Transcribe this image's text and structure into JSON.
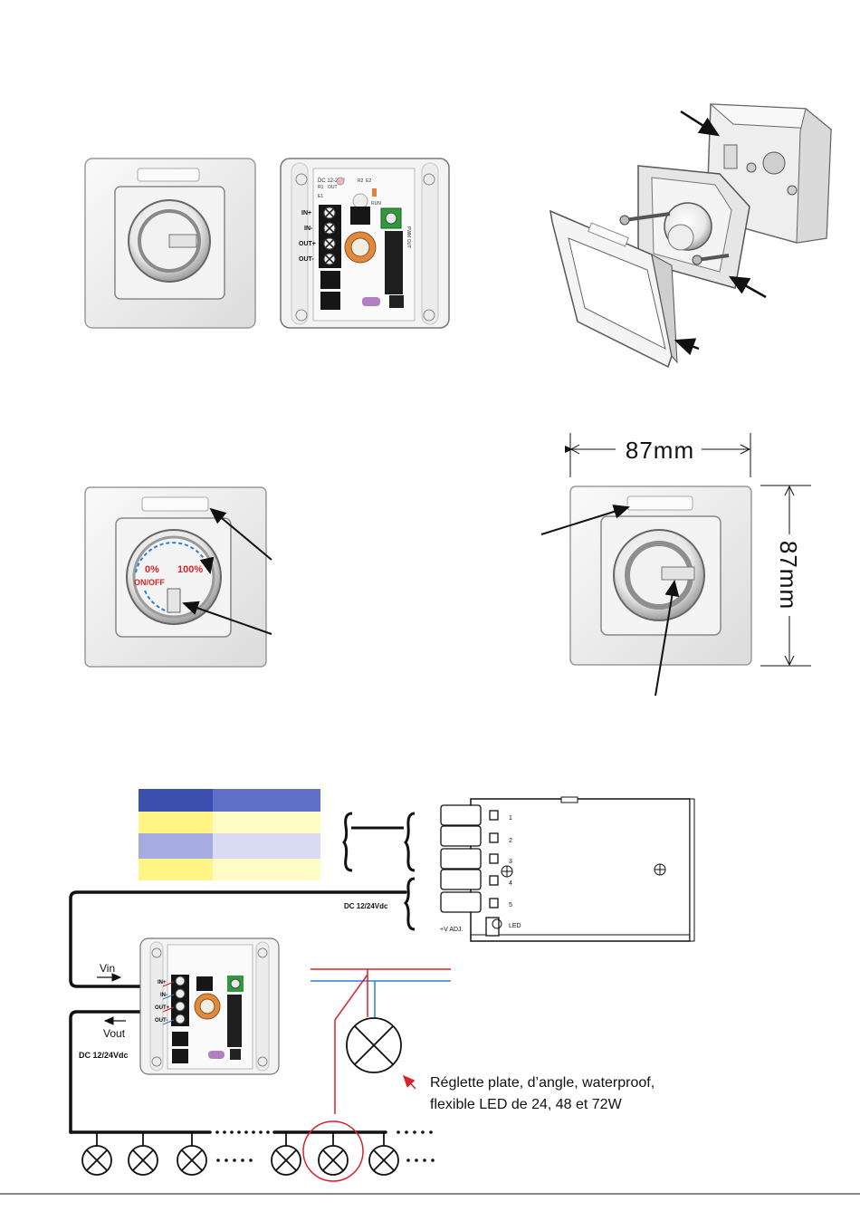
{
  "controller_board": {
    "input_label": "IN+",
    "input_minus_label": "IN-",
    "output_label": "OUT+",
    "output_minus_label": "OUT-",
    "voltage_label": "DC 12-24V",
    "r1_label": "R1",
    "out_label": "OUT",
    "e1_label": "E1",
    "e2_label": "E2",
    "r2_label": "R2",
    "run_label": "RUN",
    "pwm_label": "PWM OUT"
  },
  "knob_panel": {
    "min_label": "0%",
    "max_label": "100%",
    "onoff_label": "ON/OFF"
  },
  "dimensions": {
    "width_label": "87mm",
    "height_label": "87mm"
  },
  "power_supply": {
    "terminal_labels": [
      "1",
      "2",
      "3",
      "4",
      "5"
    ],
    "adj_label": "+V ADJ.",
    "led_label": "LED"
  },
  "wiring": {
    "dc_label_top": "DC 12/24Vdc",
    "vin_label": "Vin",
    "vout_label": "Vout",
    "dc_label_bottom": "DC 12/24Vdc",
    "note_line1": "Réglette plate, d’angle, waterproof,",
    "note_line2": "flexible LED de 24, 48 et 72W"
  },
  "legend_colors": [
    "#3a4fae",
    "#6070c9",
    "#fff585",
    "#fffcc6",
    "#a6abe2",
    "#d9dbf2",
    "#fff585",
    "#fffcc6"
  ]
}
